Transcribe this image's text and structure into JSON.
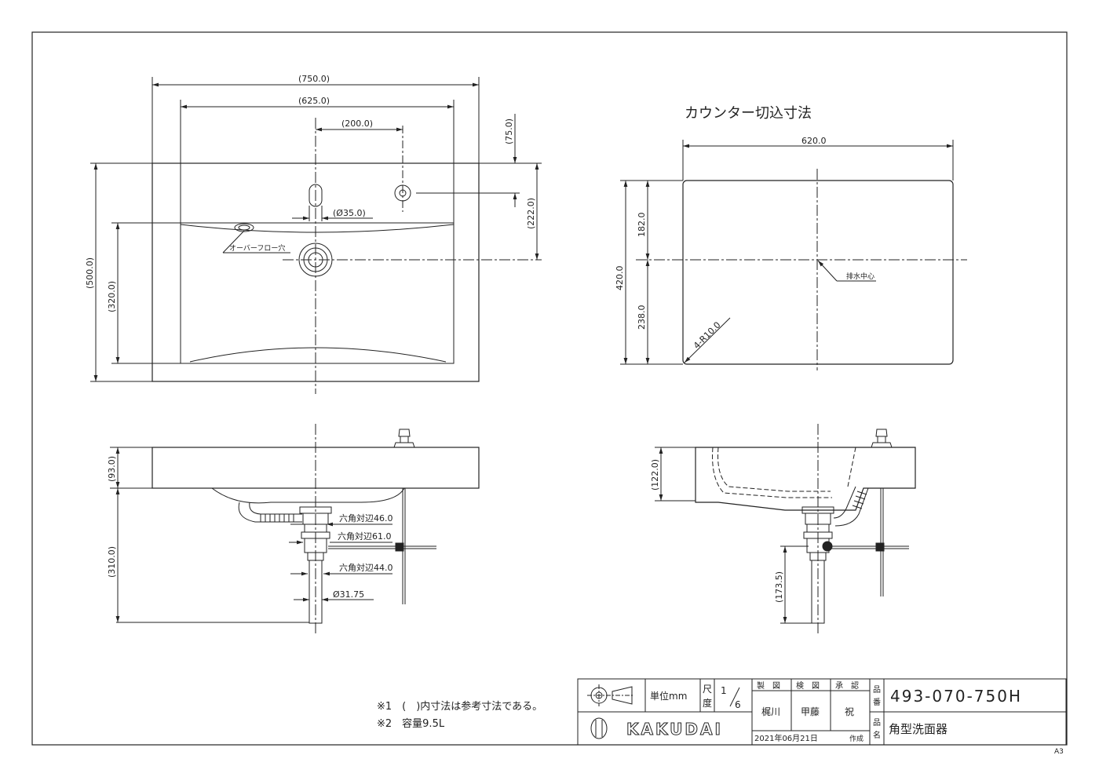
{
  "plan_view": {
    "dims": {
      "overall_width": "(750.0)",
      "bowl_width": "(625.0)",
      "hole_spacing": "(200.0)",
      "top_to_hole": "(75.0)",
      "top_to_drain": "(222.0)",
      "hole_diameter": "(Ø35.0)",
      "overall_depth": "(500.0)",
      "bowl_depth": "(320.0)"
    },
    "overflow_label": "オーバーフロー穴"
  },
  "cutout_view": {
    "title": "カウンター切込寸法",
    "dims": {
      "width": "620.0",
      "depth": "420.0",
      "upper": "182.0",
      "lower": "238.0",
      "corner_radius": "4-R10.0"
    },
    "drain_center_label": "排水中心"
  },
  "front_view": {
    "dims": {
      "rim_height": "(93.0)",
      "total_below": "(310.0)",
      "hex1": "六角対辺46.0",
      "hex2": "六角対辺61.0",
      "hex3": "六角対辺44.0",
      "pipe": "Ø31.75"
    }
  },
  "side_view": {
    "dims": {
      "height": "(122.0)",
      "drain_length": "(173.5)"
    }
  },
  "notes": [
    "※1　(　)内寸法は参考寸法である。",
    "※2　容量9.5L"
  ],
  "title_block": {
    "unit": "単位mm",
    "scale_label_1": "尺",
    "scale_label_2": "度",
    "scale_num": "1",
    "scale_den": "6",
    "drawn_label": "製　図",
    "checked_label": "検　図",
    "approved_label": "承　認",
    "drawn_name": "梶川",
    "checked_name": "甲藤",
    "approved_name": "祝",
    "date": "2021年06月21日",
    "date_suffix": "作成",
    "part_no_label_1": "品",
    "part_no_label_2": "番",
    "part_no": "493-070-750H",
    "part_name_label_1": "品",
    "part_name_label_2": "名",
    "part_name": "角型洗面器",
    "brand": "KAKUDAI",
    "sheet_size": "A3"
  }
}
